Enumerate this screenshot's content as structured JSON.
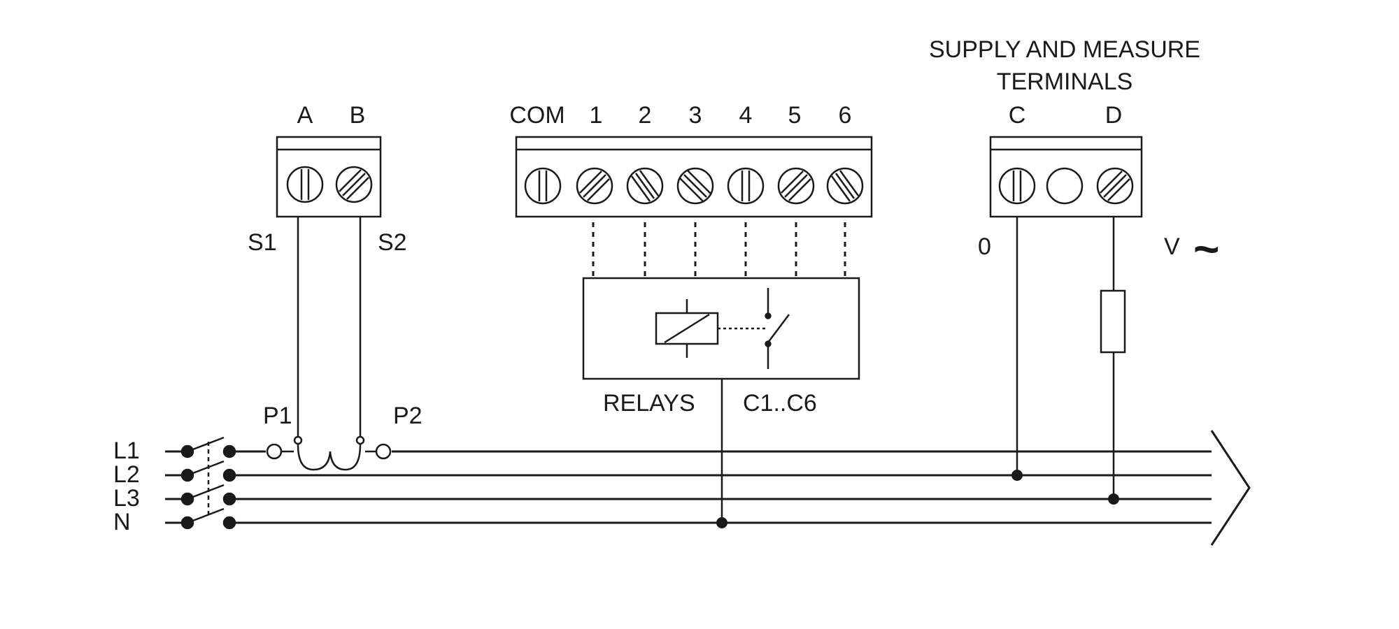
{
  "labels": {
    "title_line1": "SUPPLY AND MEASURE",
    "title_line2": "TERMINALS",
    "ct_terminal_a": "A",
    "ct_terminal_b": "B",
    "ct_s1": "S1",
    "ct_s2": "S2",
    "ct_p1": "P1",
    "ct_p2": "P2",
    "relay_com": "COM",
    "relay_1": "1",
    "relay_2": "2",
    "relay_3": "3",
    "relay_4": "4",
    "relay_5": "5",
    "relay_6": "6",
    "relays": "RELAYS",
    "relays_range": "C1..C6",
    "supply_c": "C",
    "supply_d": "D",
    "supply_zero": "0",
    "supply_v": "V",
    "supply_ac": "~",
    "line_l1": "L1",
    "line_l2": "L2",
    "line_l3": "L3",
    "line_n": "N"
  },
  "colors": {
    "stroke": "#1a1a1a",
    "background": "#ffffff"
  }
}
